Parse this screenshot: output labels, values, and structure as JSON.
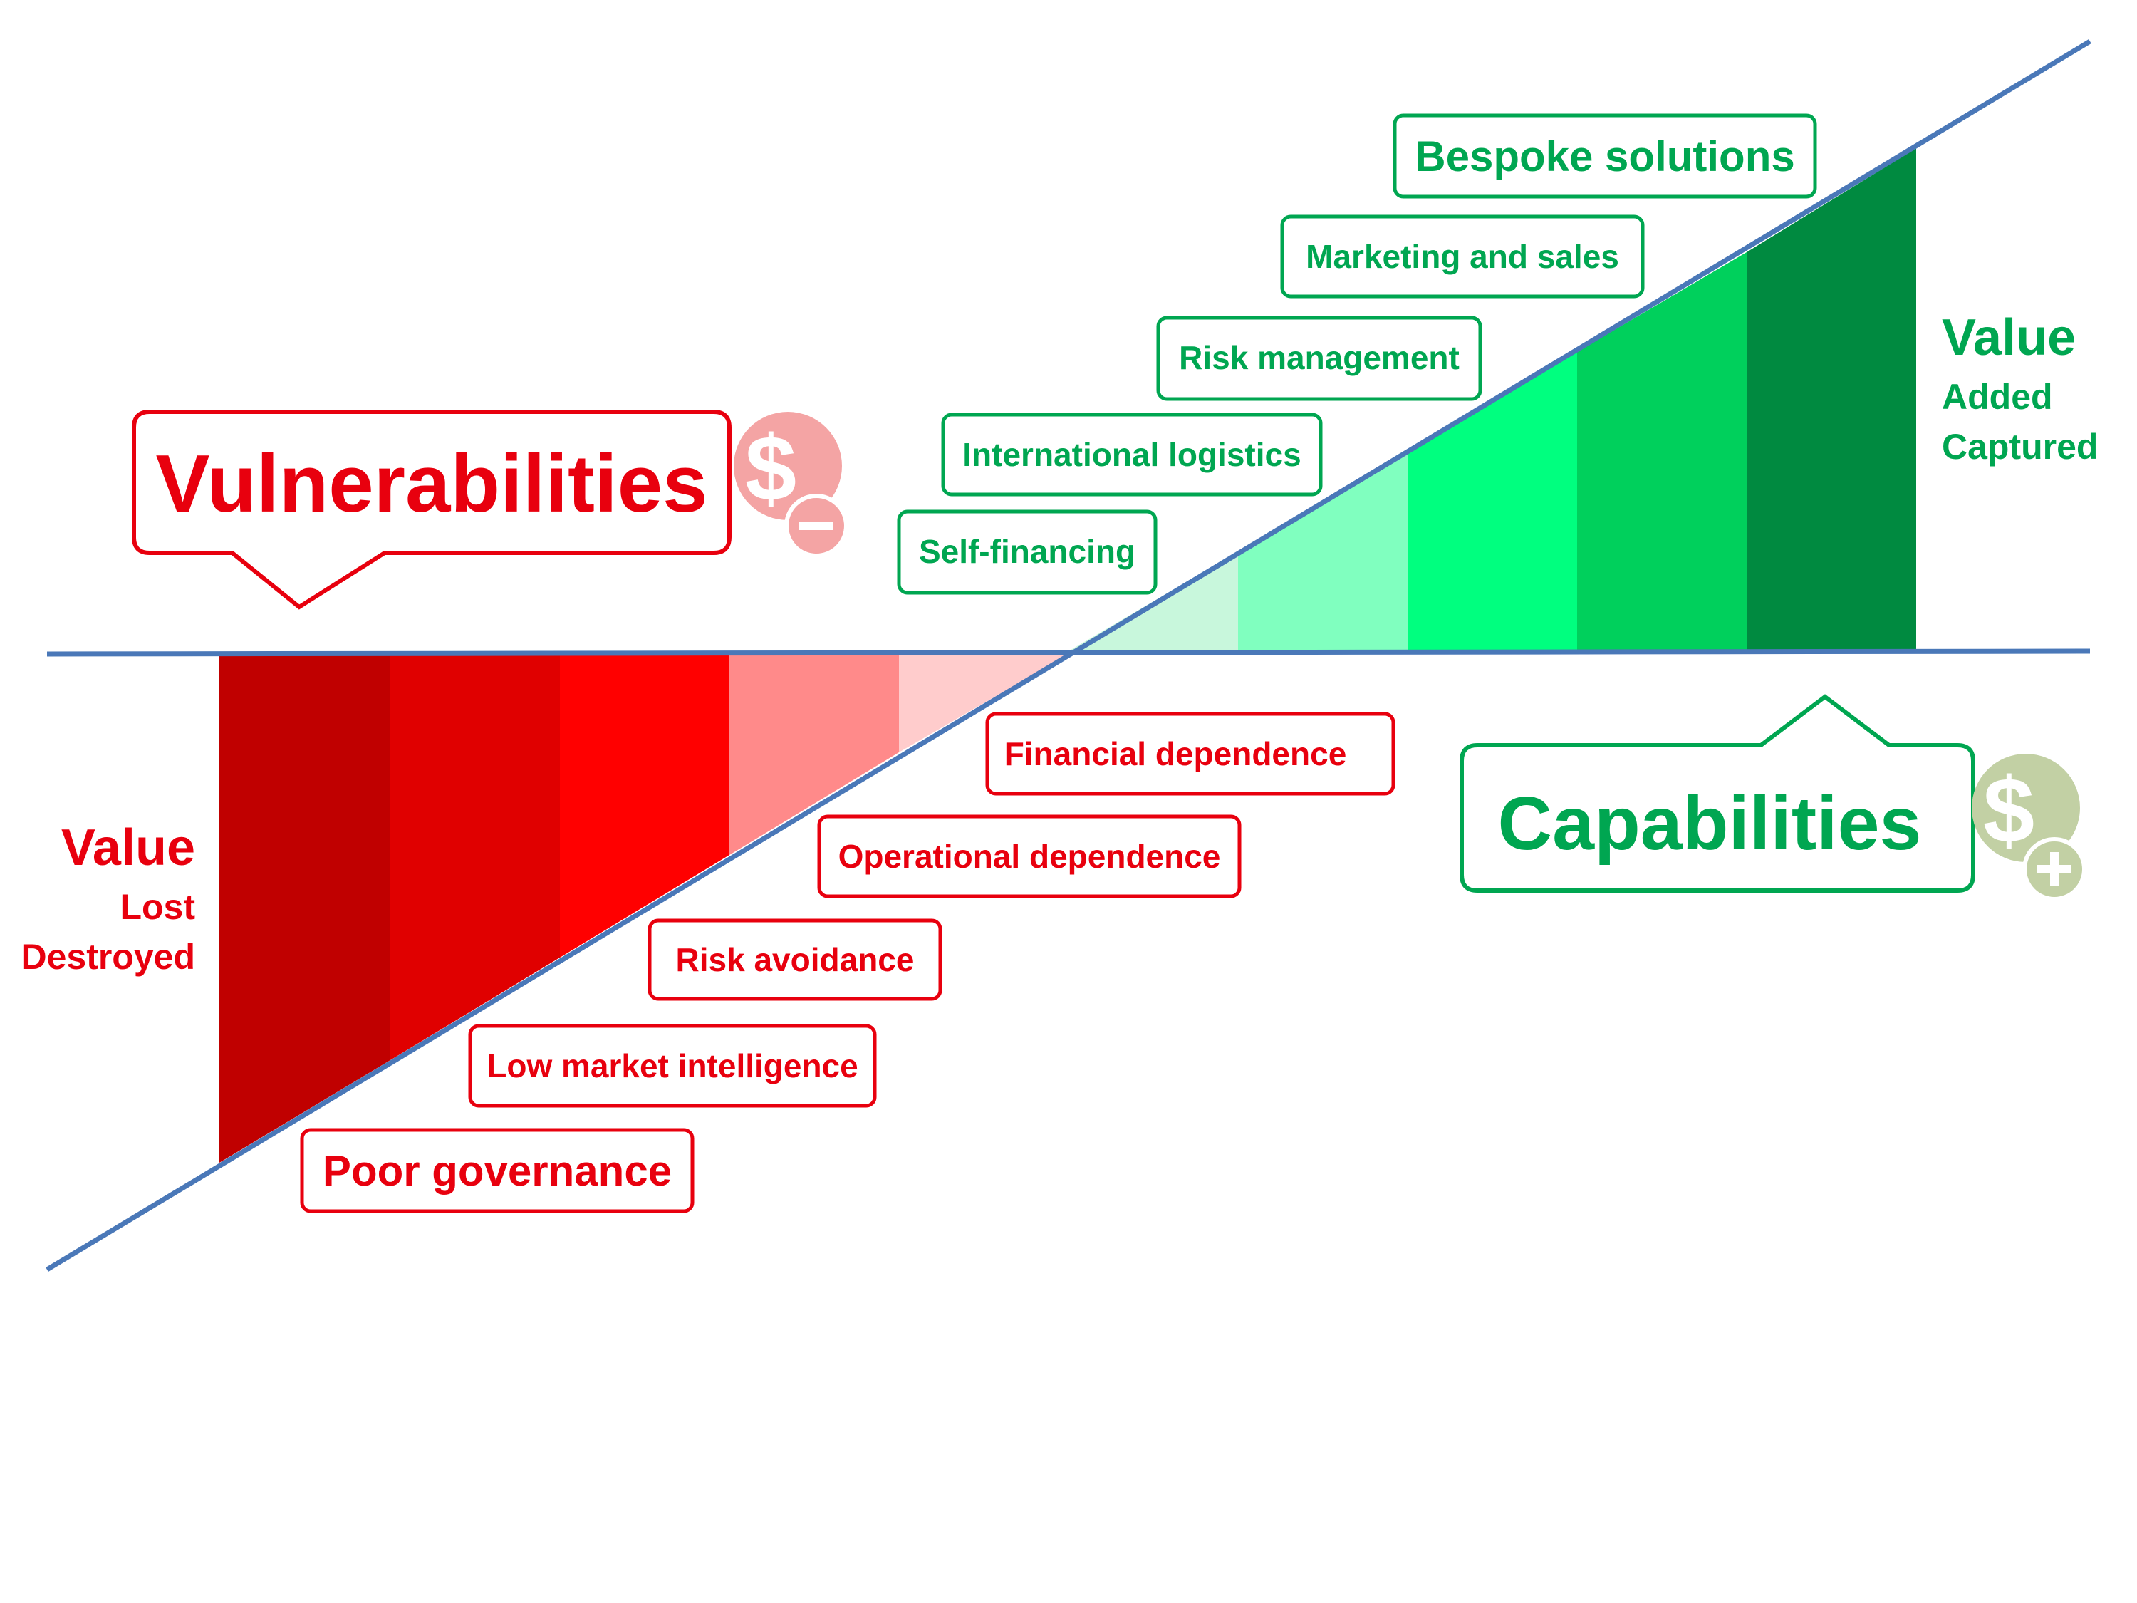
{
  "colors": {
    "axis": "#4a78b8",
    "red": "#e8000e",
    "green": "#00a651",
    "dollar_minus_bg": "#f4a4a4",
    "dollar_plus_bg": "#c2d0a4",
    "red_bars": [
      "#c00000",
      "#e00000",
      "#ff0000",
      "#ff8a8a",
      "#ffcccc"
    ],
    "green_bars": [
      "#c8f7dc",
      "#80ffbf",
      "#00ff7f",
      "#00d05c",
      "#008a40"
    ]
  },
  "vulnerabilities": {
    "title": "Vulnerabilities",
    "icon": "dollar-minus-icon",
    "value_label": "Value",
    "sub1": "Lost",
    "sub2": "Destroyed",
    "items": [
      "Poor governance",
      "Low market intelligence",
      "Risk avoidance",
      "Operational dependence",
      "Financial dependence"
    ]
  },
  "capabilities": {
    "title": "Capabilities",
    "icon": "dollar-plus-icon",
    "value_label": "Value",
    "sub1": "Added",
    "sub2": "Captured",
    "items": [
      "Self-financing",
      "International logistics",
      "Risk management",
      "Marketing and sales",
      "Bespoke solutions"
    ]
  }
}
